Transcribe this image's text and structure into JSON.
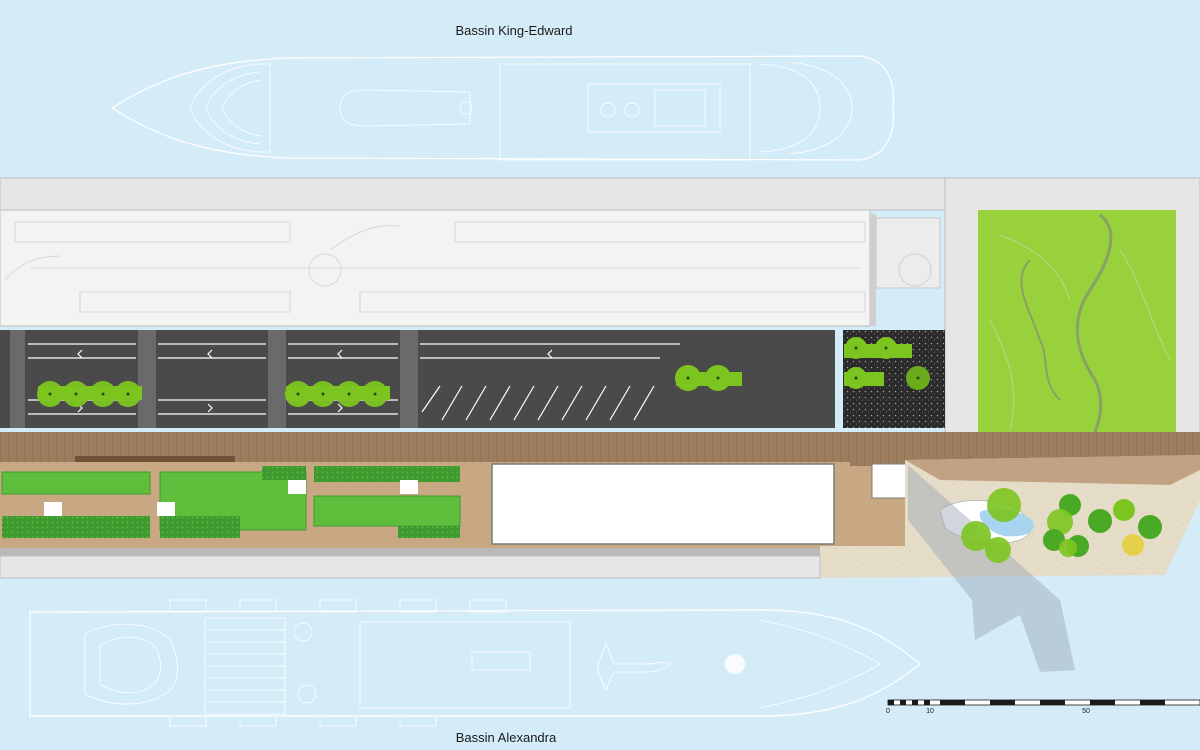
{
  "labels": {
    "top_basin": "Bassin King-Edward",
    "bottom_basin": "Bassin Alexandra"
  },
  "scale_bar": {
    "ticks": [
      "0",
      "10",
      "50"
    ]
  },
  "colors": {
    "water": "#d4ebf8",
    "quay": "#e6e6e6",
    "terminal_roof": "#f3f3f1",
    "road": "#4a4a4a",
    "lawn": "#98d13c",
    "boardwalk": "#9c7d5e",
    "plaza": "#e6ddc8",
    "tree": "#7cc520",
    "ship_outline": "#ffffff"
  }
}
